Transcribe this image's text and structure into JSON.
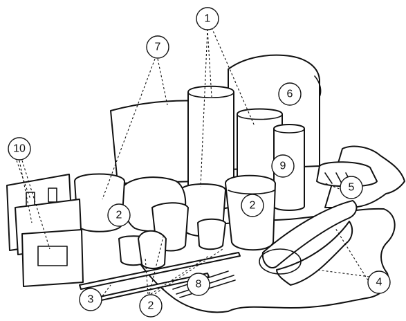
{
  "callouts": [
    {
      "id": "c1",
      "label": "1"
    },
    {
      "id": "c7",
      "label": "7"
    },
    {
      "id": "c6",
      "label": "6"
    },
    {
      "id": "c10",
      "label": "10"
    },
    {
      "id": "c9",
      "label": "9"
    },
    {
      "id": "c5",
      "label": "5"
    },
    {
      "id": "c2a",
      "label": "2"
    },
    {
      "id": "c2b",
      "label": "2"
    },
    {
      "id": "c2c",
      "label": "2"
    },
    {
      "id": "c3",
      "label": "3"
    },
    {
      "id": "c8",
      "label": "8"
    },
    {
      "id": "c4",
      "label": "4"
    }
  ]
}
